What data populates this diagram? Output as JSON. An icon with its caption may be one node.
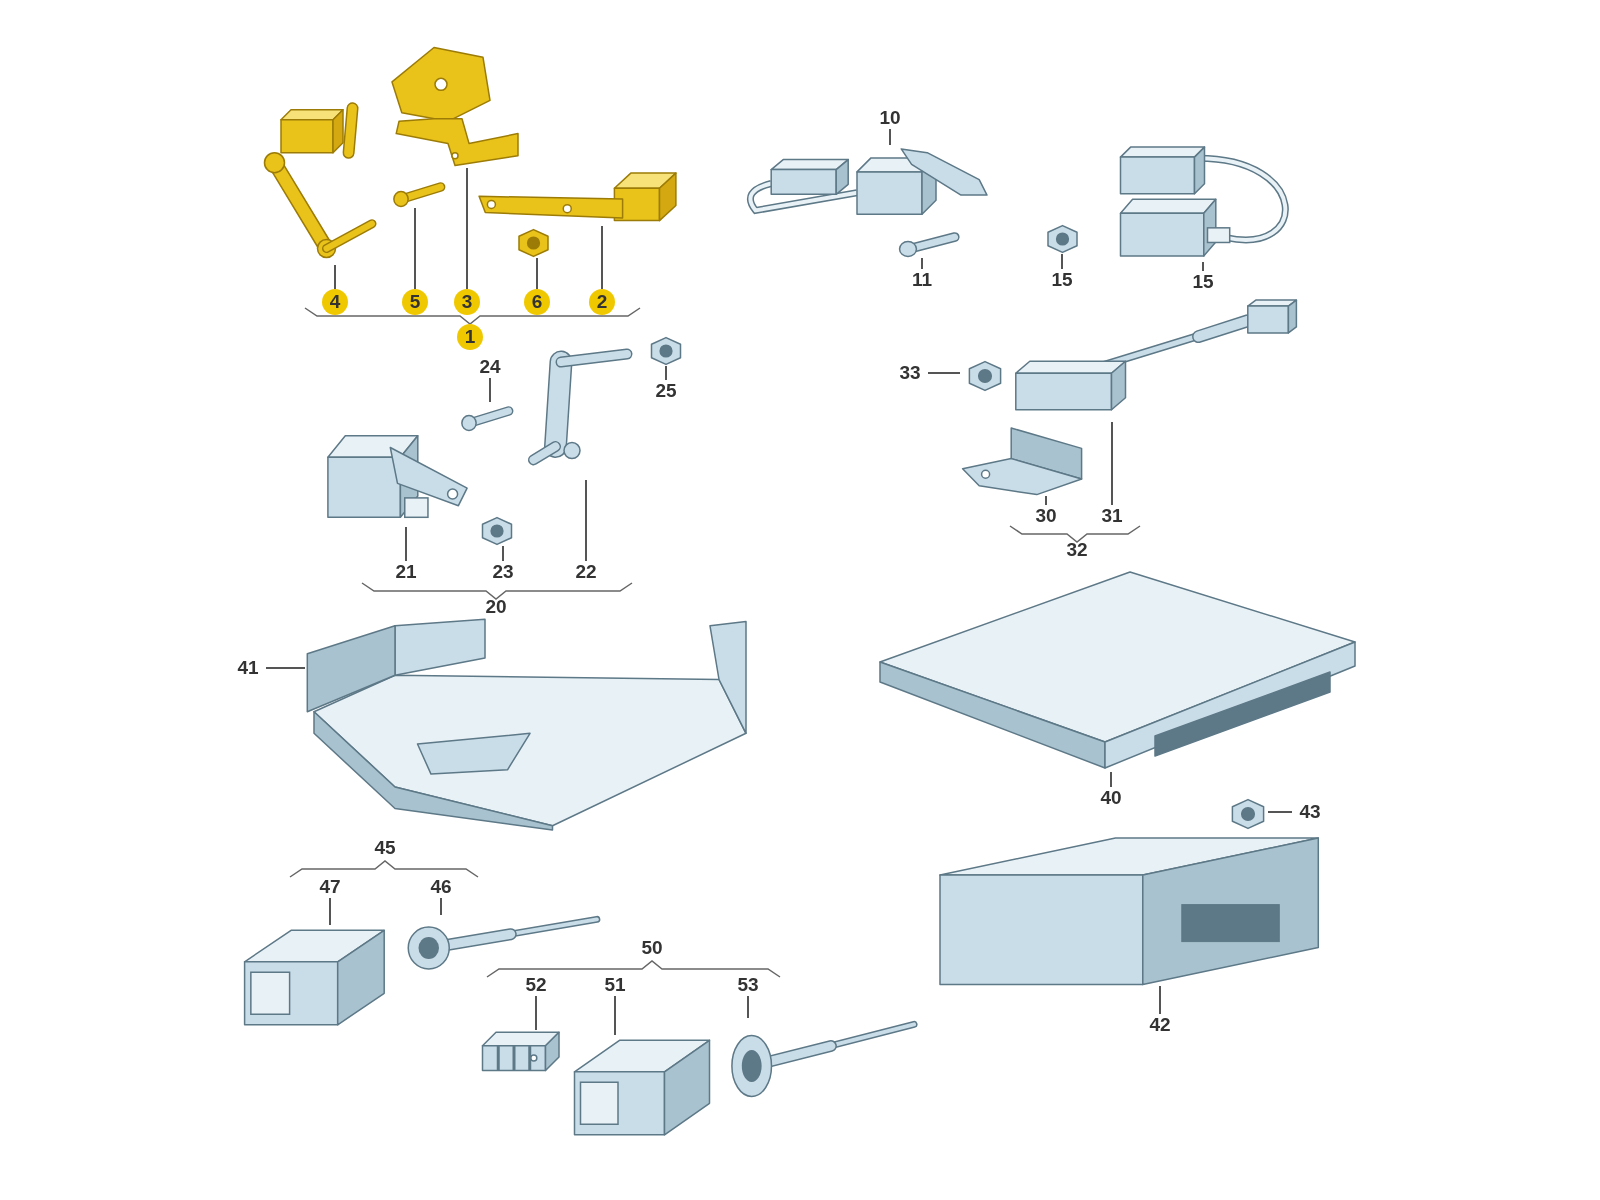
{
  "diagram": {
    "nodes": [
      {
        "text": [
          "4"
        ]
      },
      {
        "text": [],
        "shape": "picture"
      },
      {
        "text": [
          "5"
        ]
      },
      {
        "text": [],
        "shape": "picture"
      },
      {
        "text": [
          "3"
        ]
      },
      {
        "text": [],
        "shape": "picture"
      },
      {
        "text": [
          "6"
        ]
      },
      {
        "text": [],
        "shape": "picture"
      },
      {
        "text": [
          "2"
        ]
      },
      {
        "text": [],
        "shape": "picture"
      },
      {
        "text": [
          "10"
        ]
      },
      {
        "text": [],
        "shape": "picture"
      },
      {
        "text": [
          "11"
        ]
      },
      {
        "text": [],
        "shape": "picture"
      },
      {
        "text": [
          "15"
        ]
      },
      {
        "text": [],
        "shape": "picture"
      },
      {
        "text": [
          "15"
        ]
      },
      {
        "text": [],
        "shape": "picture"
      },
      {
        "text": [
          "24"
        ]
      },
      {
        "text": [],
        "shape": "picture"
      },
      {
        "text": [
          "25"
        ]
      },
      {
        "text": [],
        "shape": "picture"
      },
      {
        "text": [
          "21"
        ]
      },
      {
        "text": [],
        "shape": "picture"
      },
      {
        "text": [
          "23"
        ]
      },
      {
        "text": [],
        "shape": "picture"
      },
      {
        "text": [
          "22"
        ]
      },
      {
        "text": [],
        "shape": "picture"
      },
      {
        "text": [
          "33"
        ]
      },
      {
        "text": [],
        "shape": "picture"
      },
      {
        "text": [
          "30"
        ]
      },
      {
        "text": [],
        "shape": "picture"
      },
      {
        "text": [
          "31"
        ]
      },
      {
        "text": [],
        "shape": "picture"
      },
      {
        "text": [
          "41"
        ]
      },
      {
        "text": [],
        "shape": "picture"
      },
      {
        "text": [
          "40"
        ]
      },
      {
        "text": [],
        "shape": "picture"
      },
      {
        "text": [
          "43"
        ]
      },
      {
        "text": [],
        "shape": "picture"
      },
      {
        "text": [
          "42"
        ]
      },
      {
        "text": [],
        "shape": "picture"
      },
      {
        "text": [
          "47"
        ]
      },
      {
        "text": [],
        "shape": "picture"
      },
      {
        "text": [
          "46"
        ]
      },
      {
        "text": [],
        "shape": "picture"
      },
      {
        "text": [
          "52"
        ]
      },
      {
        "text": [],
        "shape": "picture"
      },
      {
        "text": [
          "51"
        ]
      },
      {
        "text": [],
        "shape": "picture"
      },
      {
        "text": [
          "53"
        ]
      },
      {
        "text": [],
        "shape": "picture"
      },
      {
        "text": [
          "1"
        ]
      }
    ],
    "edges": [
      {
        "from": 0,
        "to": 1,
        "arrow": "none"
      },
      {
        "from": 2,
        "to": 3,
        "arrow": "none"
      },
      {
        "from": 4,
        "to": 5,
        "arrow": "none"
      },
      {
        "from": 6,
        "to": 7,
        "arrow": "none"
      },
      {
        "from": 8,
        "to": 9,
        "arrow": "none"
      },
      {
        "from": 10,
        "to": 11,
        "arrow": "none"
      },
      {
        "from": 12,
        "to": 13,
        "arrow": "none"
      },
      {
        "from": 14,
        "to": 15,
        "arrow": "none"
      },
      {
        "from": 16,
        "to": 17,
        "arrow": "none"
      },
      {
        "from": 18,
        "to": 19,
        "arrow": "none"
      },
      {
        "from": 20,
        "to": 21,
        "arrow": "none"
      },
      {
        "from": 22,
        "to": 23,
        "arrow": "none"
      },
      {
        "from": 24,
        "to": 25,
        "arrow": "none"
      },
      {
        "from": 26,
        "to": 27,
        "arrow": "none"
      },
      {
        "from": 28,
        "to": 29,
        "arrow": "none"
      },
      {
        "from": 30,
        "to": 31,
        "arrow": "none"
      },
      {
        "from": 32,
        "to": 33,
        "arrow": "none"
      },
      {
        "from": 34,
        "to": 35,
        "arrow": "none"
      },
      {
        "from": 36,
        "to": 37,
        "arrow": "none"
      },
      {
        "from": 38,
        "to": 39,
        "arrow": "none"
      },
      {
        "from": 40,
        "to": 41,
        "arrow": "none"
      },
      {
        "from": 42,
        "to": 43,
        "arrow": "none"
      },
      {
        "from": 44,
        "to": 45,
        "arrow": "none"
      },
      {
        "from": 46,
        "to": 47,
        "arrow": "none"
      },
      {
        "from": 48,
        "to": 49,
        "arrow": "none"
      },
      {
        "from": 50,
        "to": 51,
        "arrow": "none"
      }
    ],
    "labels": [
      "20",
      "32",
      "45",
      "50"
    ]
  }
}
